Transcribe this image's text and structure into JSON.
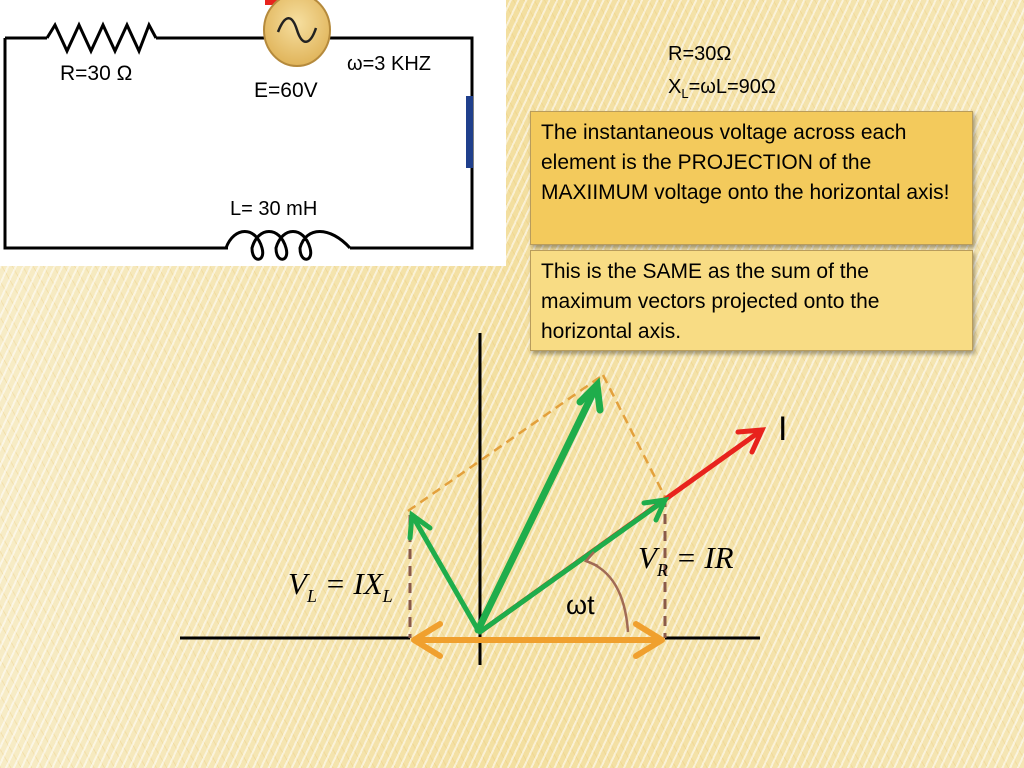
{
  "circuit": {
    "resistor_label": "R=30 Ω",
    "source_label": "E=60V",
    "frequency_label": "ω=3 KHZ",
    "inductor_label": "L= 30 mH"
  },
  "parameters": {
    "r": "R=30Ω",
    "xl_prefix": "X",
    "xl_sub": "L",
    "xl_suffix": "=ωL=90Ω"
  },
  "notes": {
    "projection": "The instantaneous voltage across each element is the PROJECTION of the MAXIIMUM voltage onto the horizontal axis!",
    "sum": "This is the SAME as the sum of the maximum  vectors projected onto the horizontal axis."
  },
  "phasor": {
    "current_label": "I",
    "angle_label": "ωt",
    "vl_eq": {
      "main": "V",
      "sub": "L",
      "rest": " = IX",
      "sub2": "L"
    },
    "vr_eq": {
      "main": "V",
      "sub": "R",
      "rest": " = IR"
    }
  },
  "colors": {
    "current": "#e8231d",
    "voltage_vectors": "#1fad4b",
    "projection": "#f0a02e",
    "guide_dashes": "#e3a03c",
    "drop_dashes": "#8a5a4a",
    "note_1": "#f3ca5c",
    "note_2": "#f8dc84",
    "source": "#edc874"
  }
}
